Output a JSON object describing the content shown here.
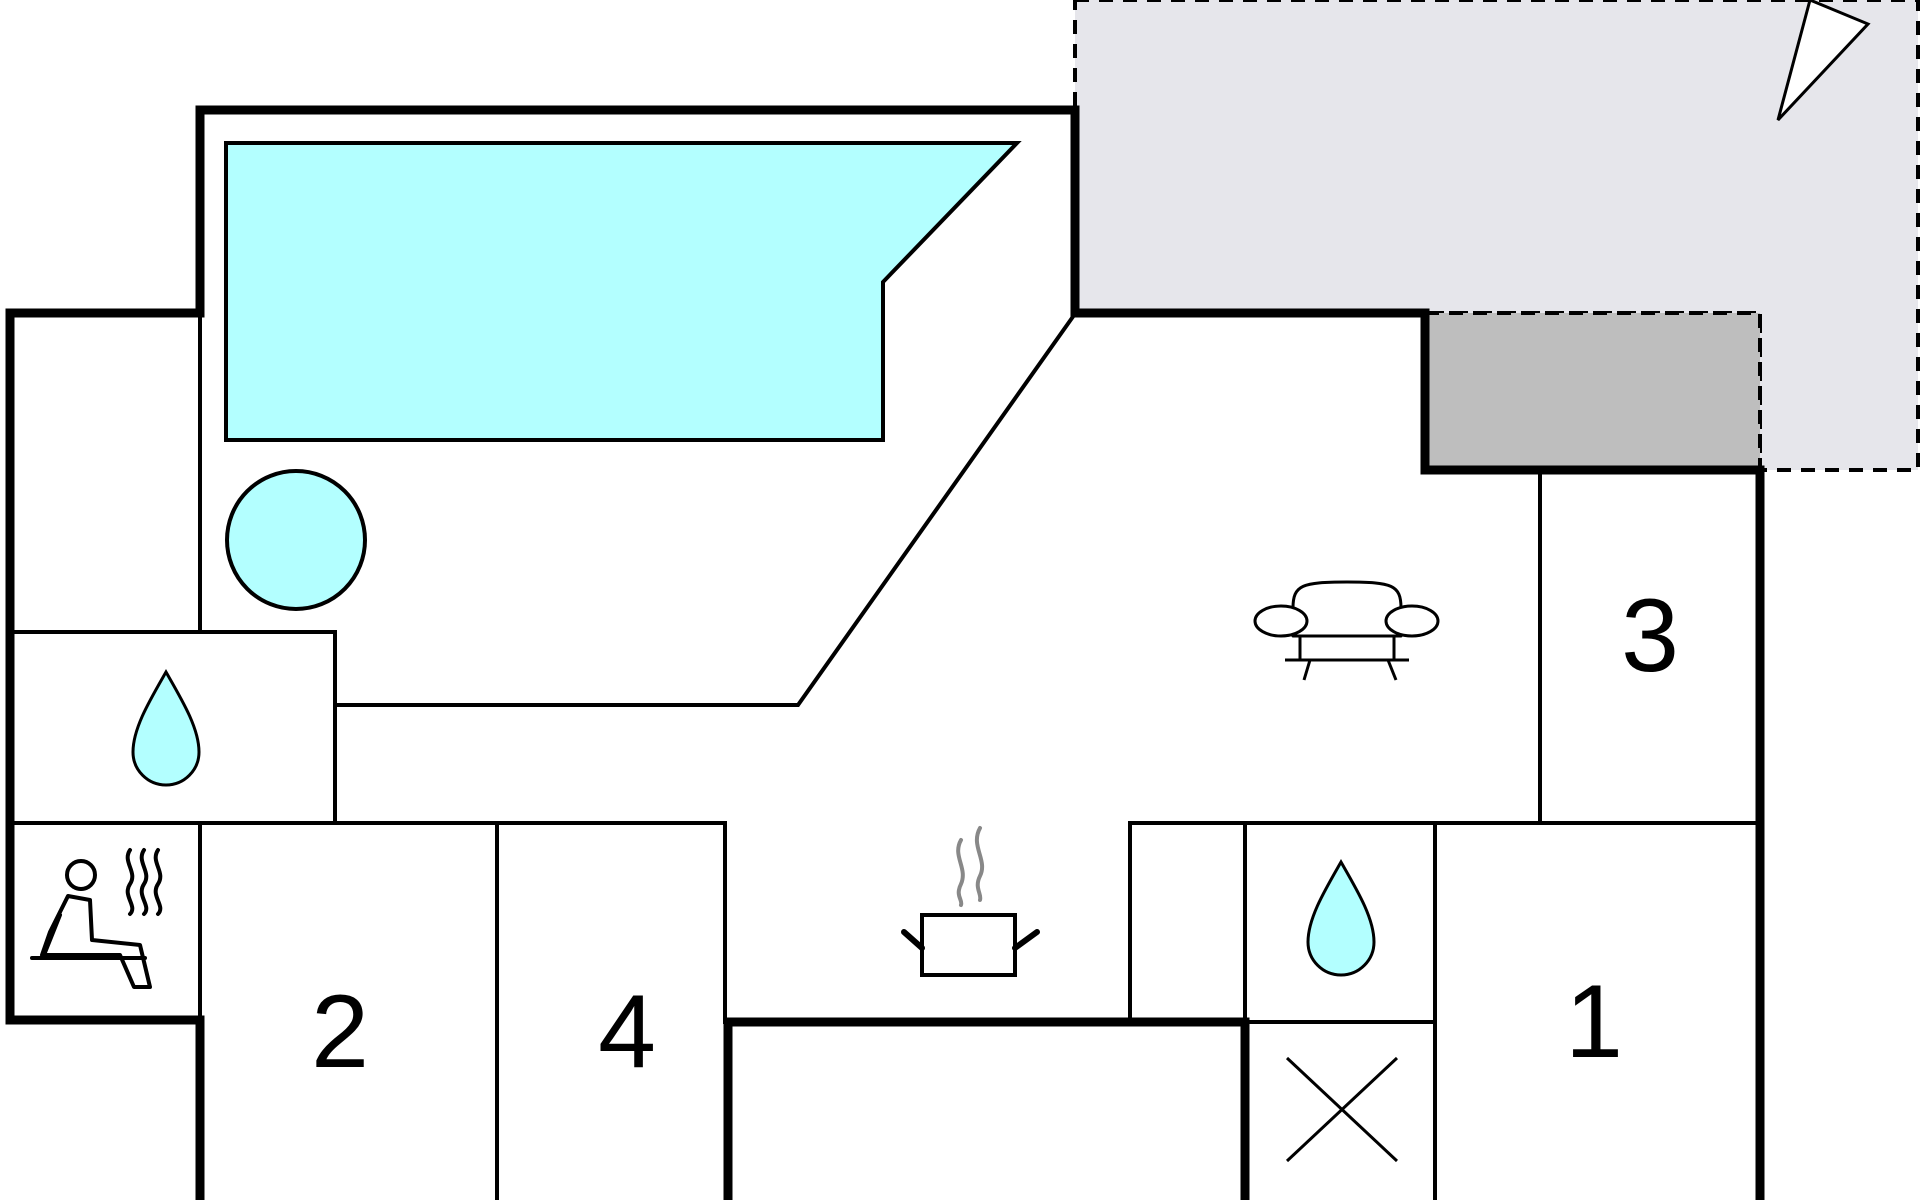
{
  "colors": {
    "background": "#ffffff",
    "wall": "#000000",
    "pool_water": "#b3ffff",
    "terrace": "#e6e6eb",
    "covered_terrace": "#bebebe",
    "steam": "#888888"
  },
  "rooms": {
    "room_1": "1",
    "room_2": "2",
    "room_3": "3",
    "room_4": "4"
  },
  "icons": {
    "north_arrow": "north-arrow-icon",
    "pool": "swimming-pool",
    "hot_tub": "hot-tub-icon",
    "bathroom_upper": "water-drop-icon",
    "bathroom_lower": "water-drop-icon",
    "sauna": "sauna-icon",
    "living_room": "sofa-icon",
    "kitchen": "cooking-pot-icon",
    "closet": "cross-icon"
  }
}
